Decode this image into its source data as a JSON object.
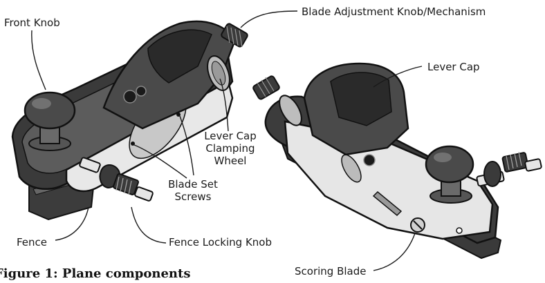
{
  "labels": {
    "front_knob": "Front Knob",
    "blade_adjustment": "Blade Adjustment Knob/Mechanism",
    "lever_cap": "Lever Cap",
    "lever_cap_clamping_wheel_1": "Lever Cap",
    "lever_cap_clamping_wheel_2": "Clamping",
    "lever_cap_clamping_wheel_3": "Wheel",
    "blade_set_screws_1": "Blade Set",
    "blade_set_screws_2": "Screws",
    "fence": "Fence",
    "fence_locking_knob": "Fence Locking Knob",
    "scoring_blade": "Scoring Blade"
  },
  "caption": "Figure 1: Plane components",
  "colors": {
    "line": "#1a1a1a",
    "body_dark": "#3a3a3a",
    "body_mid": "#6e6e6e",
    "metal_light": "#d9d9d9",
    "metal_white": "#f4f4f4"
  }
}
